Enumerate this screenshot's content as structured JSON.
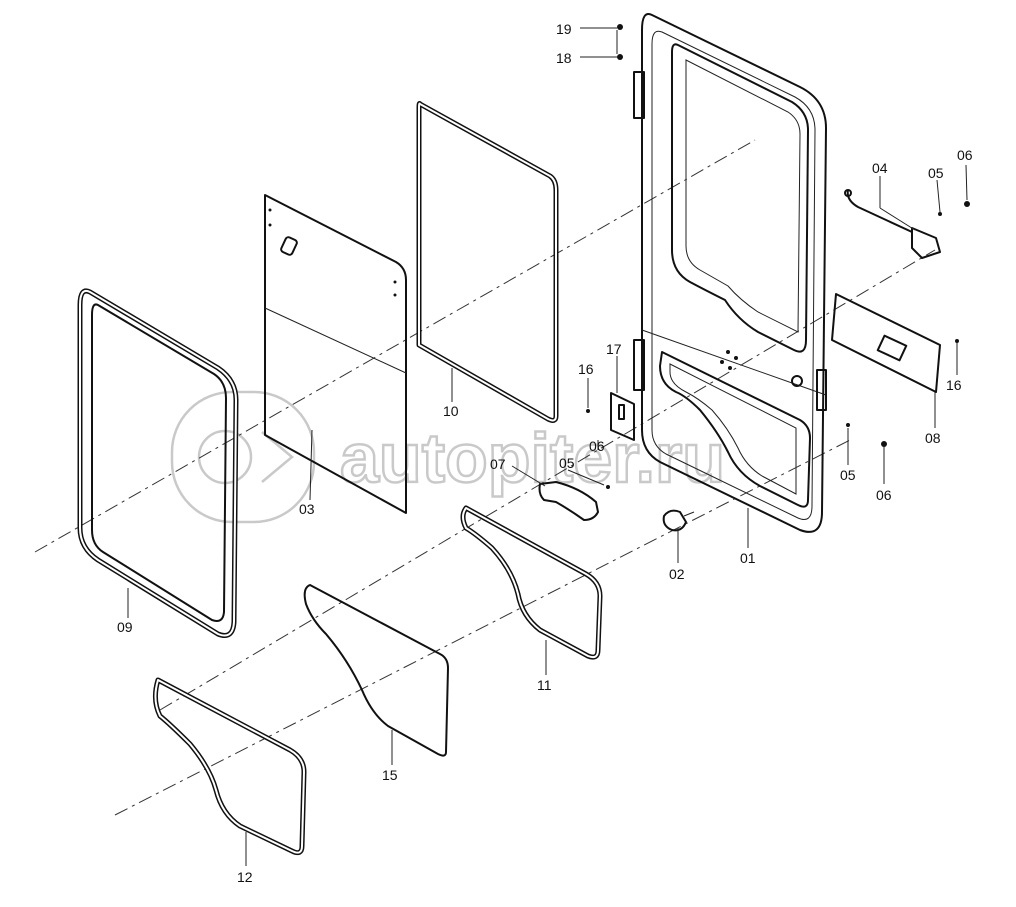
{
  "watermark": {
    "text": "autopiter.ru"
  },
  "labels": {
    "p01": "01",
    "p02": "02",
    "p03": "03",
    "p04": "04",
    "p05a": "05",
    "p05b": "05",
    "p05c": "05",
    "p06a": "06",
    "p06b": "06",
    "p06c": "06",
    "p07": "07",
    "p08": "08",
    "p09": "09",
    "p10": "10",
    "p11": "11",
    "p12": "12",
    "p15": "15",
    "p16a": "16",
    "p16b": "16",
    "p17": "17",
    "p18": "18",
    "p19": "19"
  }
}
